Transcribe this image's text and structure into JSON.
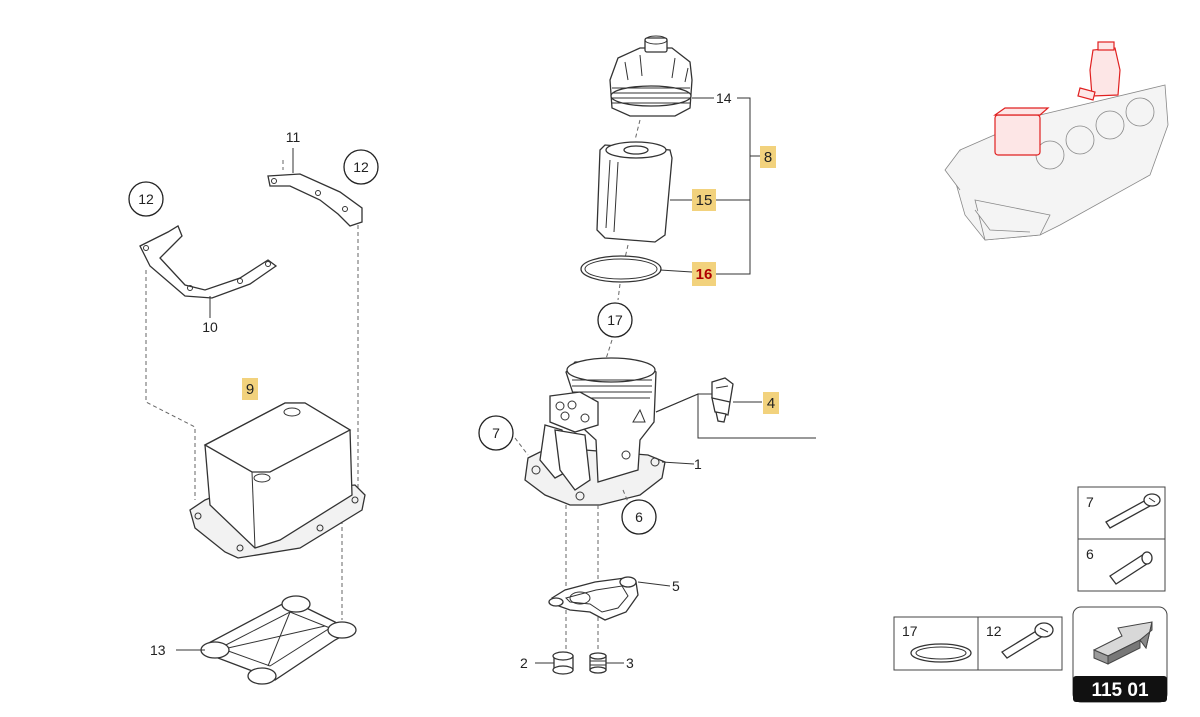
{
  "callouts": {
    "c1": "1",
    "c2": "2",
    "c3": "3",
    "c4": "4",
    "c5": "5",
    "c6": "6",
    "c7": "7",
    "c8": "8",
    "c9": "9",
    "c10": "10",
    "c11": "11",
    "c12a": "12",
    "c12b": "12",
    "c13": "13",
    "c14": "14",
    "c15": "15",
    "c16": "16",
    "c17": "17"
  },
  "legend": {
    "screw7": "7",
    "sleeve6": "6",
    "oring17": "17",
    "screw12": "12"
  },
  "page_number": "115 01",
  "colors": {
    "highlight": "#f2d27d",
    "red_label": "#b00000",
    "engine_highlight": "#e02020"
  },
  "icons": {
    "nav": "next-page-arrow-icon",
    "locator": "engine-locator-icon"
  }
}
